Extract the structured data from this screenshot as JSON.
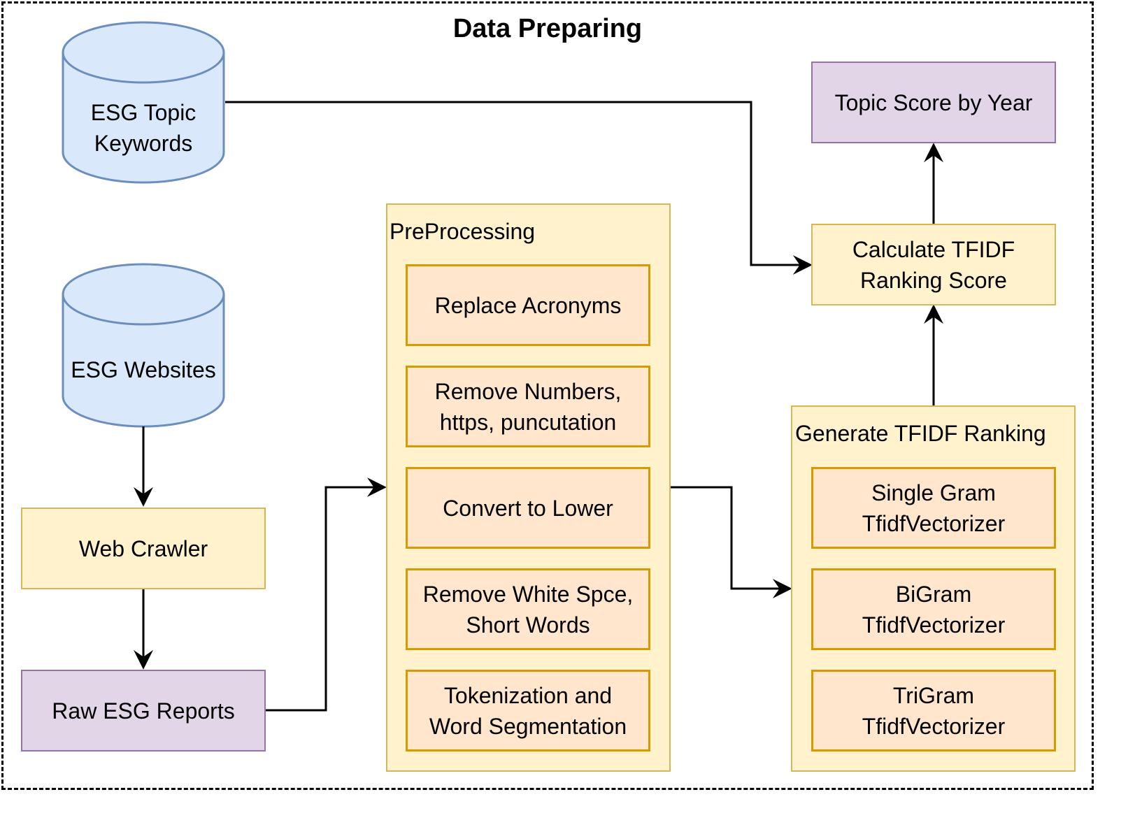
{
  "title": "Data Preparing",
  "sources": {
    "topic_keywords": "ESG Topic\nKeywords",
    "websites": "ESG Websites"
  },
  "web_crawler": "Web Crawler",
  "raw_reports": "Raw ESG Reports",
  "preprocessing": {
    "label": "PreProcessing",
    "steps": [
      "Replace Acronyms",
      "Remove Numbers,\nhttps, puncutation",
      "Convert to Lower",
      "Remove White Spce,\nShort Words",
      "Tokenization and\nWord Segmentation"
    ]
  },
  "tfidf_ranking": {
    "label": "Generate TFIDF Ranking",
    "vectorizers": [
      "Single Gram\nTfidfVectorizer",
      "BiGram\nTfidfVectorizer",
      "TriGram\nTfidfVectorizer"
    ]
  },
  "calculate_score": "Calculate TFIDF\nRanking Score",
  "topic_score": "Topic Score by Year",
  "colors": {
    "database_fill": "#dae8fc",
    "database_stroke": "#6c8ebf",
    "process_fill": "#fff2cc",
    "process_stroke": "#d6b656",
    "output_fill": "#e1d5e7",
    "output_stroke": "#9673a6",
    "step_fill": "#ffe6cc",
    "step_stroke": "#d79b00"
  }
}
